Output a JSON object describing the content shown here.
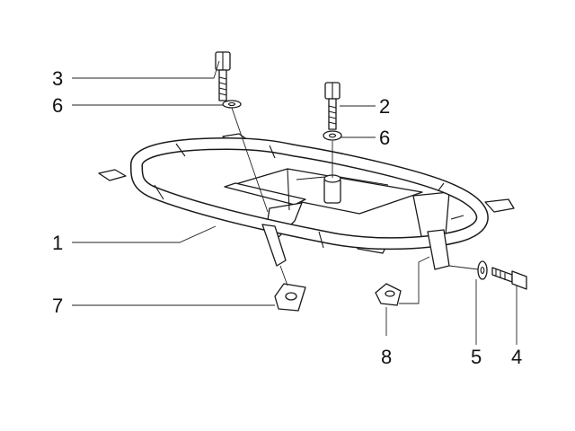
{
  "diagram": {
    "callouts": [
      {
        "id": "c1",
        "label": "1"
      },
      {
        "id": "c2",
        "label": "2"
      },
      {
        "id": "c3",
        "label": "3"
      },
      {
        "id": "c6a",
        "label": "6"
      },
      {
        "id": "c6b",
        "label": "6"
      },
      {
        "id": "c7",
        "label": "7"
      },
      {
        "id": "c8",
        "label": "8"
      },
      {
        "id": "c5",
        "label": "5"
      },
      {
        "id": "c4",
        "label": "4"
      }
    ],
    "colors": {
      "line": "#1a1a1a",
      "background": "#ffffff"
    }
  }
}
